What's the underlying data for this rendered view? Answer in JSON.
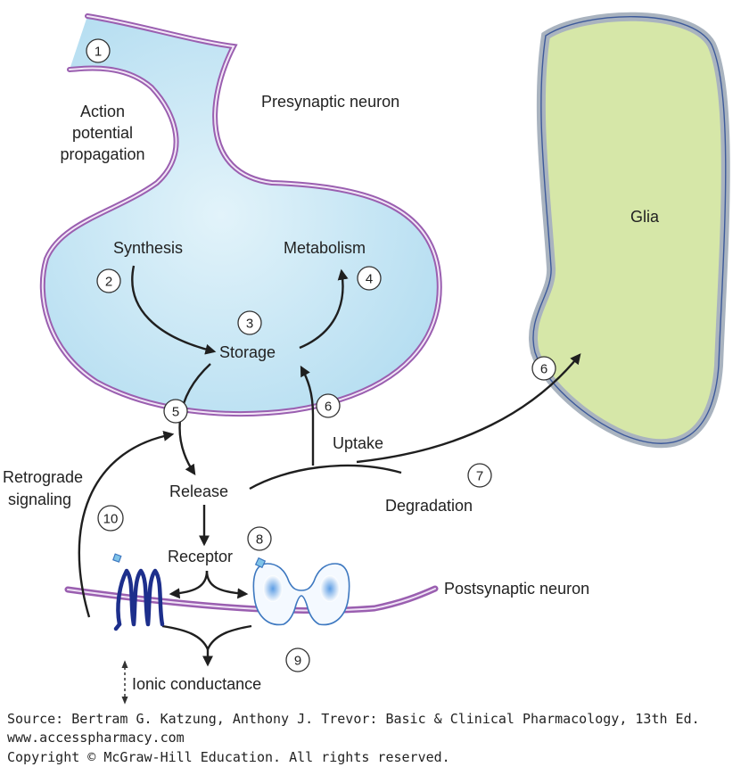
{
  "labels": {
    "action_potential": [
      "Action",
      "potential",
      "propagation"
    ],
    "presynaptic": "Presynaptic neuron",
    "glia": "Glia",
    "synthesis": "Synthesis",
    "metabolism": "Metabolism",
    "storage": "Storage",
    "uptake": "Uptake",
    "retrograde": [
      "Retrograde",
      "signaling"
    ],
    "release": "Release",
    "degradation": "Degradation",
    "receptor": "Receptor",
    "postsynaptic": "Postsynaptic neuron",
    "ionic": "Ionic conductance"
  },
  "steps": {
    "s1": "1",
    "s2": "2",
    "s3": "3",
    "s4": "4",
    "s5": "5",
    "s6a": "6",
    "s6b": "6",
    "s7": "7",
    "s8": "8",
    "s9": "9",
    "s10": "10"
  },
  "colors": {
    "presynaptic_fill": "#bfe4f3",
    "presynaptic_membrane": "#9a5fb0",
    "glia_fill": "#d6e7a8",
    "glia_border": "#a9b3bf",
    "receptor_gpcr": "#1d2f8c",
    "channel_outline": "#3d78c0",
    "channel_core": "#6aa7e8"
  },
  "footer": {
    "source": "Source: Bertram G. Katzung, Anthony J. Trevor: Basic & Clinical Pharmacology, 13th Ed.",
    "url": "www.accesspharmacy.com",
    "copyright": "Copyright © McGraw-Hill Education. All rights reserved."
  }
}
